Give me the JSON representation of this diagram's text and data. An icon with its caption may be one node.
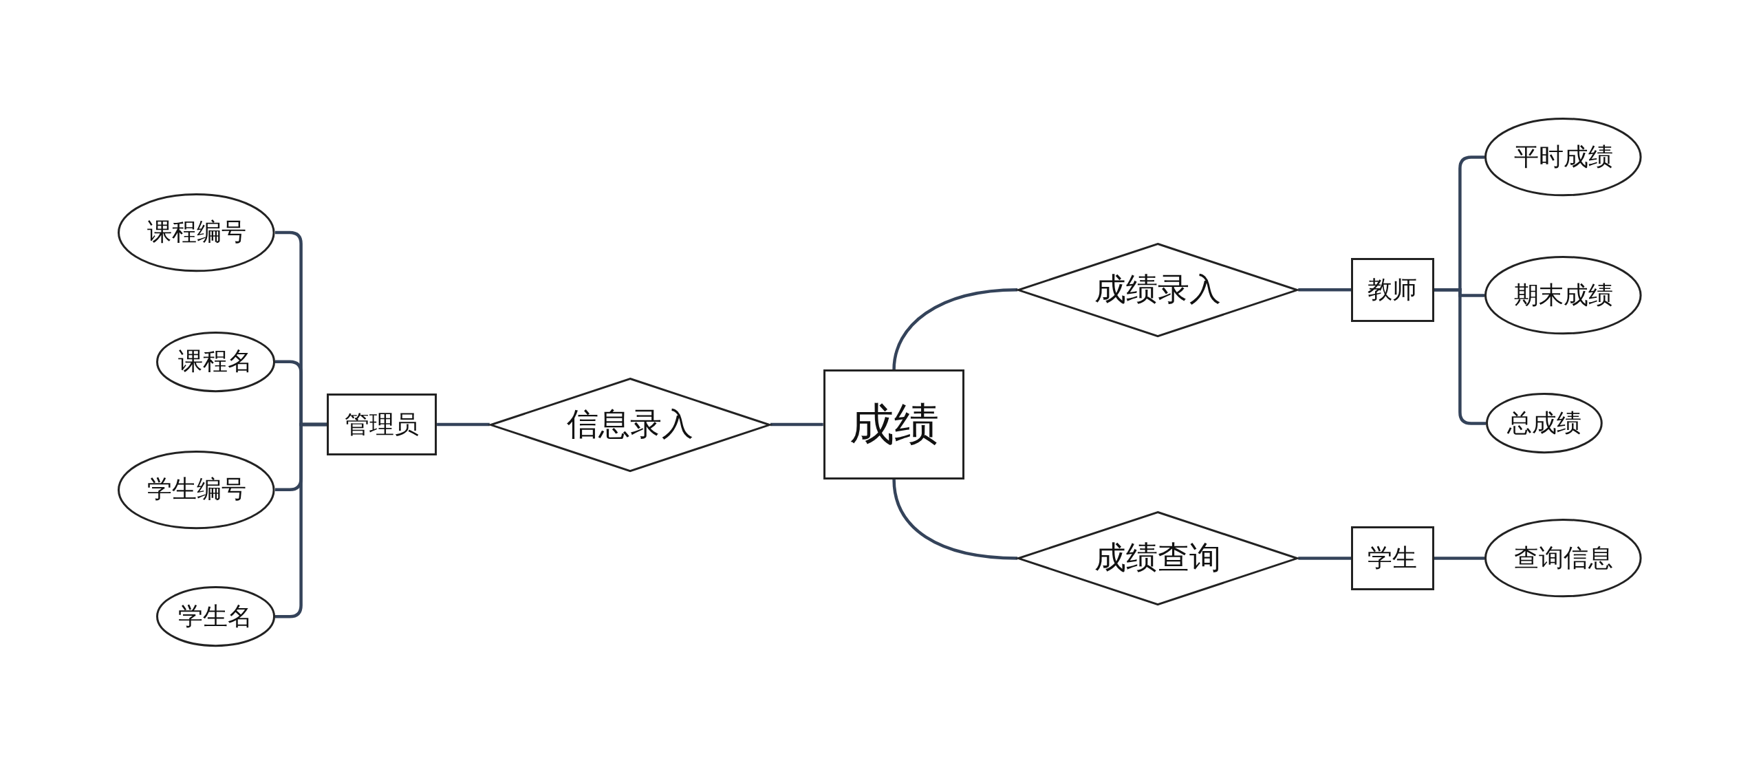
{
  "diagram": {
    "nodes": [
      {
        "text": [
          "成绩"
        ]
      },
      {
        "text": [
          "信息录入"
        ]
      },
      {
        "text": [
          "管理员"
        ]
      },
      {
        "text": [
          "课程编号"
        ]
      },
      {
        "text": [
          "课程名"
        ]
      },
      {
        "text": [
          "学生编号"
        ]
      },
      {
        "text": [
          "学生名"
        ]
      },
      {
        "text": [
          "成绩录入"
        ]
      },
      {
        "text": [
          "教师"
        ]
      },
      {
        "text": [
          "平时成绩"
        ]
      },
      {
        "text": [
          "期末成绩"
        ]
      },
      {
        "text": [
          "总成绩"
        ]
      },
      {
        "text": [
          "成绩查询"
        ]
      },
      {
        "text": [
          "学生"
        ]
      },
      {
        "text": [
          "查询信息"
        ]
      }
    ],
    "edges": [
      {
        "from": 0,
        "to": 1,
        "arrow": "none"
      },
      {
        "from": 1,
        "to": 2,
        "arrow": "none"
      },
      {
        "from": 2,
        "to": 3,
        "arrow": "none"
      },
      {
        "from": 2,
        "to": 4,
        "arrow": "none"
      },
      {
        "from": 2,
        "to": 5,
        "arrow": "none"
      },
      {
        "from": 2,
        "to": 6,
        "arrow": "none"
      },
      {
        "from": 0,
        "to": 7,
        "arrow": "none"
      },
      {
        "from": 7,
        "to": 8,
        "arrow": "none"
      },
      {
        "from": 8,
        "to": 9,
        "arrow": "none"
      },
      {
        "from": 8,
        "to": 10,
        "arrow": "none"
      },
      {
        "from": 8,
        "to": 11,
        "arrow": "none"
      },
      {
        "from": 0,
        "to": 12,
        "arrow": "none"
      },
      {
        "from": 12,
        "to": 13,
        "arrow": "none"
      },
      {
        "from": 13,
        "to": 14,
        "arrow": "none"
      }
    ]
  }
}
